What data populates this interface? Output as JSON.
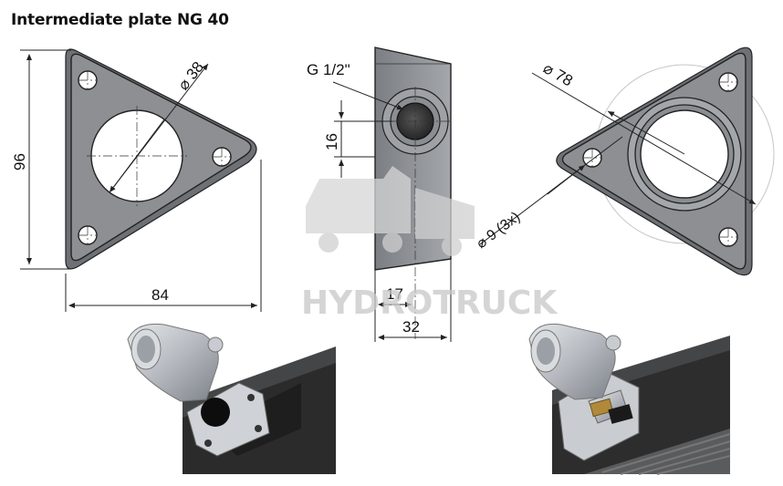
{
  "title": "Intermediate plate NG 40",
  "front_view": {
    "height_label": "96",
    "width_label": "84",
    "bore_label": "⌀ 38"
  },
  "side_view": {
    "port_label": "G 1/2\"",
    "offset_label": "16",
    "depth_label": "17",
    "thickness_label": "32"
  },
  "rear_view": {
    "pcd_label": "⌀ 78",
    "bolt_hole_label": "⌀ 9  (3x)"
  },
  "watermark": "HYDROTRUCK",
  "colors": {
    "plate": "#8d8f93",
    "body": "#2b2b2c",
    "fitting": "#b8bcc2",
    "brass": "#b08a3a"
  }
}
